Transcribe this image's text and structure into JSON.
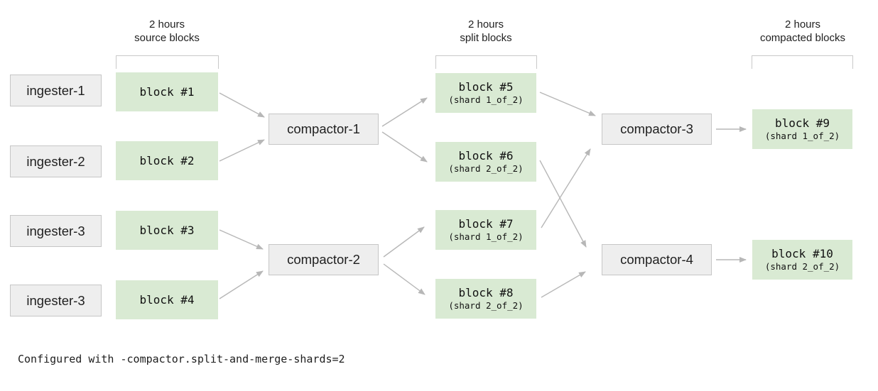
{
  "headers": {
    "source": {
      "line1": "2 hours",
      "line2": "source blocks"
    },
    "split": {
      "line1": "2 hours",
      "line2": "split blocks"
    },
    "compacted": {
      "line1": "2 hours",
      "line2": "compacted blocks"
    }
  },
  "ingesters": [
    {
      "label": "ingester-1"
    },
    {
      "label": "ingester-2"
    },
    {
      "label": "ingester-3"
    },
    {
      "label": "ingester-3"
    }
  ],
  "source_blocks": [
    {
      "label": "block #1"
    },
    {
      "label": "block #2"
    },
    {
      "label": "block #3"
    },
    {
      "label": "block #4"
    }
  ],
  "compactors": [
    {
      "label": "compactor-1"
    },
    {
      "label": "compactor-2"
    },
    {
      "label": "compactor-3"
    },
    {
      "label": "compactor-4"
    }
  ],
  "split_blocks": [
    {
      "label": "block #5",
      "shard": "(shard 1_of_2)"
    },
    {
      "label": "block #6",
      "shard": "(shard 2_of_2)"
    },
    {
      "label": "block #7",
      "shard": "(shard 1_of_2)"
    },
    {
      "label": "block #8",
      "shard": "(shard 2_of_2)"
    }
  ],
  "compacted_blocks": [
    {
      "label": "block #9",
      "shard": "(shard 1_of_2)"
    },
    {
      "label": "block #10",
      "shard": "(shard 2_of_2)"
    }
  ],
  "edges": [
    {
      "from": "block-1",
      "to": "compactor-1"
    },
    {
      "from": "block-2",
      "to": "compactor-1"
    },
    {
      "from": "block-3",
      "to": "compactor-2"
    },
    {
      "from": "block-4",
      "to": "compactor-2"
    },
    {
      "from": "compactor-1",
      "to": "block-5"
    },
    {
      "from": "compactor-1",
      "to": "block-6"
    },
    {
      "from": "compactor-2",
      "to": "block-7"
    },
    {
      "from": "compactor-2",
      "to": "block-8"
    },
    {
      "from": "block-5",
      "to": "compactor-3"
    },
    {
      "from": "block-6",
      "to": "compactor-4"
    },
    {
      "from": "block-7",
      "to": "compactor-3"
    },
    {
      "from": "block-8",
      "to": "compactor-4"
    },
    {
      "from": "compactor-3",
      "to": "block-9"
    },
    {
      "from": "compactor-4",
      "to": "block-10"
    }
  ],
  "caption": "Configured with -compactor.split-and-merge-shards=2",
  "colors": {
    "block_green": "#d9ead3",
    "node_gray_fill": "#eeeeee",
    "node_gray_border": "#c6c6c6",
    "bracket_border": "#c9c9c9",
    "arrow_gray": "#b7b7b7"
  }
}
